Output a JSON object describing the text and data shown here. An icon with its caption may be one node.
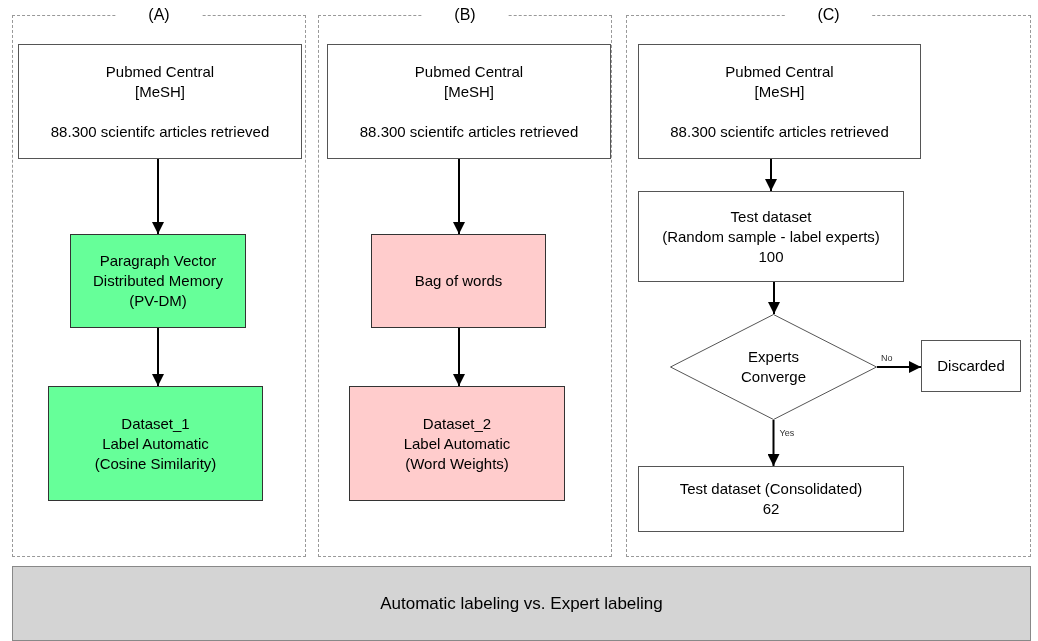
{
  "diagram": {
    "nodes": [
      {
        "text": [
          "(A)"
        ]
      },
      {
        "text": [
          "Pubmed Central",
          "[MeSH]",
          "88.300 scientifc articles retrieved"
        ],
        "in": 0
      },
      {
        "text": [
          "Paragraph Vector Distributed Memory",
          "(PV-DM)"
        ],
        "in": 0
      },
      {
        "text": [
          "Dataset_1",
          "Label Automatic",
          "(Cosine Similarity)"
        ],
        "in": 0
      },
      {
        "text": [
          "(B)"
        ]
      },
      {
        "text": [
          "Pubmed Central",
          "[MeSH]",
          "88.300 scientifc articles retrieved"
        ],
        "in": 4
      },
      {
        "text": [
          "Bag of words"
        ],
        "in": 4
      },
      {
        "text": [
          "Dataset_2",
          "Label Automatic",
          "(Word Weights)"
        ],
        "in": 4
      },
      {
        "text": [
          "(C)"
        ]
      },
      {
        "text": [
          "Pubmed Central",
          "[MeSH]",
          "88.300 scientifc articles retrieved"
        ],
        "in": 8
      },
      {
        "text": [
          "Test dataset",
          "(Random sample - label experts)",
          "100"
        ],
        "in": 8
      },
      {
        "text": [
          "Experts Converge"
        ],
        "in": 8
      },
      {
        "text": [
          "Discarded"
        ],
        "in": 8
      },
      {
        "text": [
          "Test dataset (Consolidated)",
          "62"
        ],
        "in": 8
      },
      {
        "text": [
          "Automatic labeling vs. Expert labeling"
        ]
      }
    ],
    "edges": [
      {
        "from": 1,
        "to": 2,
        "arrow": "to"
      },
      {
        "from": 2,
        "to": 3,
        "arrow": "to"
      },
      {
        "from": 5,
        "to": 6,
        "arrow": "to"
      },
      {
        "from": 6,
        "to": 7,
        "arrow": "to"
      },
      {
        "from": 9,
        "to": 10,
        "arrow": "to"
      },
      {
        "from": 10,
        "to": 11,
        "arrow": "to"
      },
      {
        "from": 11,
        "to": 12,
        "arrow": "to",
        "label": "No"
      },
      {
        "from": 11,
        "to": 13,
        "arrow": "to",
        "label": "Yes"
      }
    ]
  }
}
